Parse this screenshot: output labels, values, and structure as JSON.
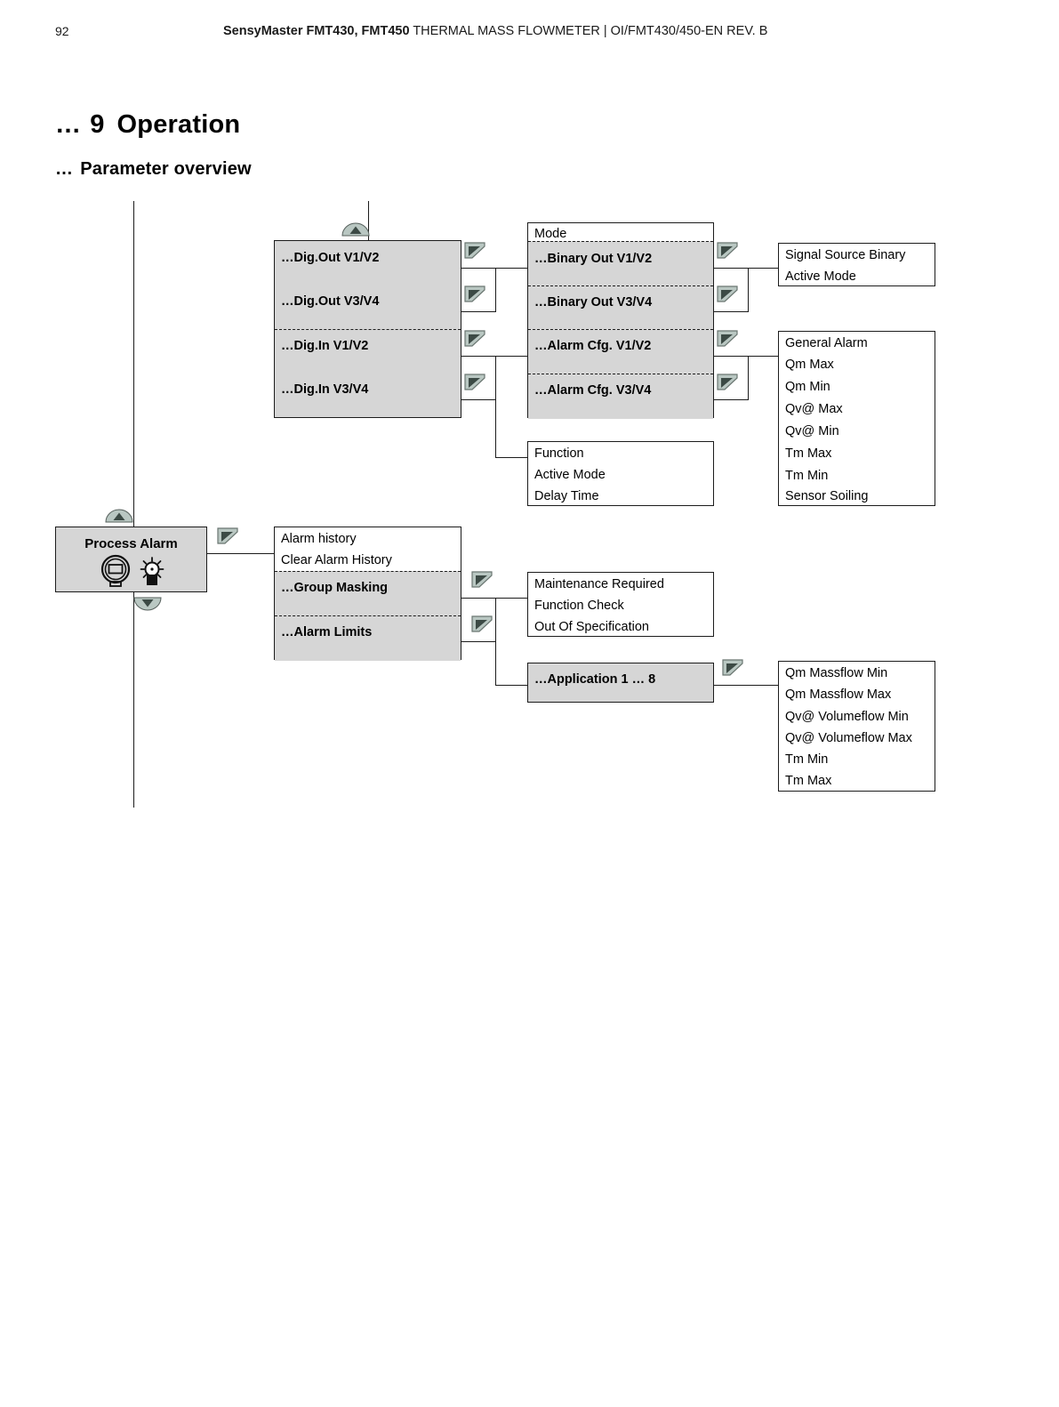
{
  "header": {
    "page_number": "92",
    "doc_title_bold": "SensyMaster FMT430, FMT450",
    "doc_title_rest": "THERMAL MASS FLOWMETER",
    "separator": "|",
    "doc_code": "OI/FMT430/450-EN REV. B"
  },
  "headings": {
    "chapter_dots": "…",
    "chapter_number": "9",
    "chapter_title": "Operation",
    "section_dots": "…",
    "section_title": "Parameter overview"
  },
  "diagram": {
    "dig_io_box": {
      "items": [
        {
          "label": "…Dig.Out V1/V2",
          "bold": true
        },
        {
          "label": "…Dig.Out V3/V4",
          "bold": true
        },
        {
          "label": "…Dig.In V1/V2",
          "bold": true
        },
        {
          "label": "…Dig.In V3/V4",
          "bold": true
        }
      ]
    },
    "binary_alarm_box": {
      "items": [
        {
          "label": "Mode",
          "bold": false
        },
        {
          "label": "…Binary Out V1/V2",
          "bold": true
        },
        {
          "label": "…Binary Out V3/V4",
          "bold": true
        },
        {
          "label": "…Alarm Cfg. V1/V2",
          "bold": true
        },
        {
          "label": "…Alarm Cfg. V3/V4",
          "bold": true
        }
      ]
    },
    "signal_source_box": {
      "items": [
        "Signal Source Binary",
        "Active Mode"
      ]
    },
    "general_alarm_box": {
      "items": [
        "General Alarm",
        "Qm Max",
        "Qm Min",
        "Qv@ Max",
        "Qv@ Min",
        "Tm Max",
        "Tm Min",
        "Sensor Soiling"
      ]
    },
    "function_box": {
      "items": [
        "Function",
        "Active Mode",
        "Delay Time"
      ]
    },
    "process_alarm_box": {
      "title": "Process Alarm",
      "icons": [
        "transmitter-display-icon",
        "alarm-lamp-icon"
      ]
    },
    "alarm_menu_box": {
      "items": [
        {
          "label": "Alarm history",
          "bold": false
        },
        {
          "label": "Clear Alarm History",
          "bold": false
        },
        {
          "label": "…Group Masking",
          "bold": true
        },
        {
          "label": "…Alarm Limits",
          "bold": true
        }
      ]
    },
    "status_box": {
      "items": [
        "Maintenance Required",
        "Function Check",
        "Out Of Specification"
      ]
    },
    "application_box": {
      "items": [
        {
          "label": "…Application 1 … 8",
          "bold": true
        }
      ]
    },
    "limits_box": {
      "items": [
        "Qm Massflow Min",
        "Qm Massflow Max",
        "Qv@ Volumeflow Min",
        "Qv@ Volumeflow Max",
        "Tm Min",
        "Tm Max"
      ]
    },
    "markers": {
      "submenu_flag": "submenu-flag-icon",
      "scroll_up": "scroll-up-dome-icon",
      "scroll_down": "scroll-down-dome-icon"
    }
  },
  "colors": {
    "box_fill_gray": "#d6d6d6",
    "stroke": "#1c1c1c",
    "flag_fill": "#b9c7c2",
    "flag_inner": "#3c4a45",
    "dome_fill": "#b9c7c2",
    "dome_arrow": "#3c4a45"
  }
}
